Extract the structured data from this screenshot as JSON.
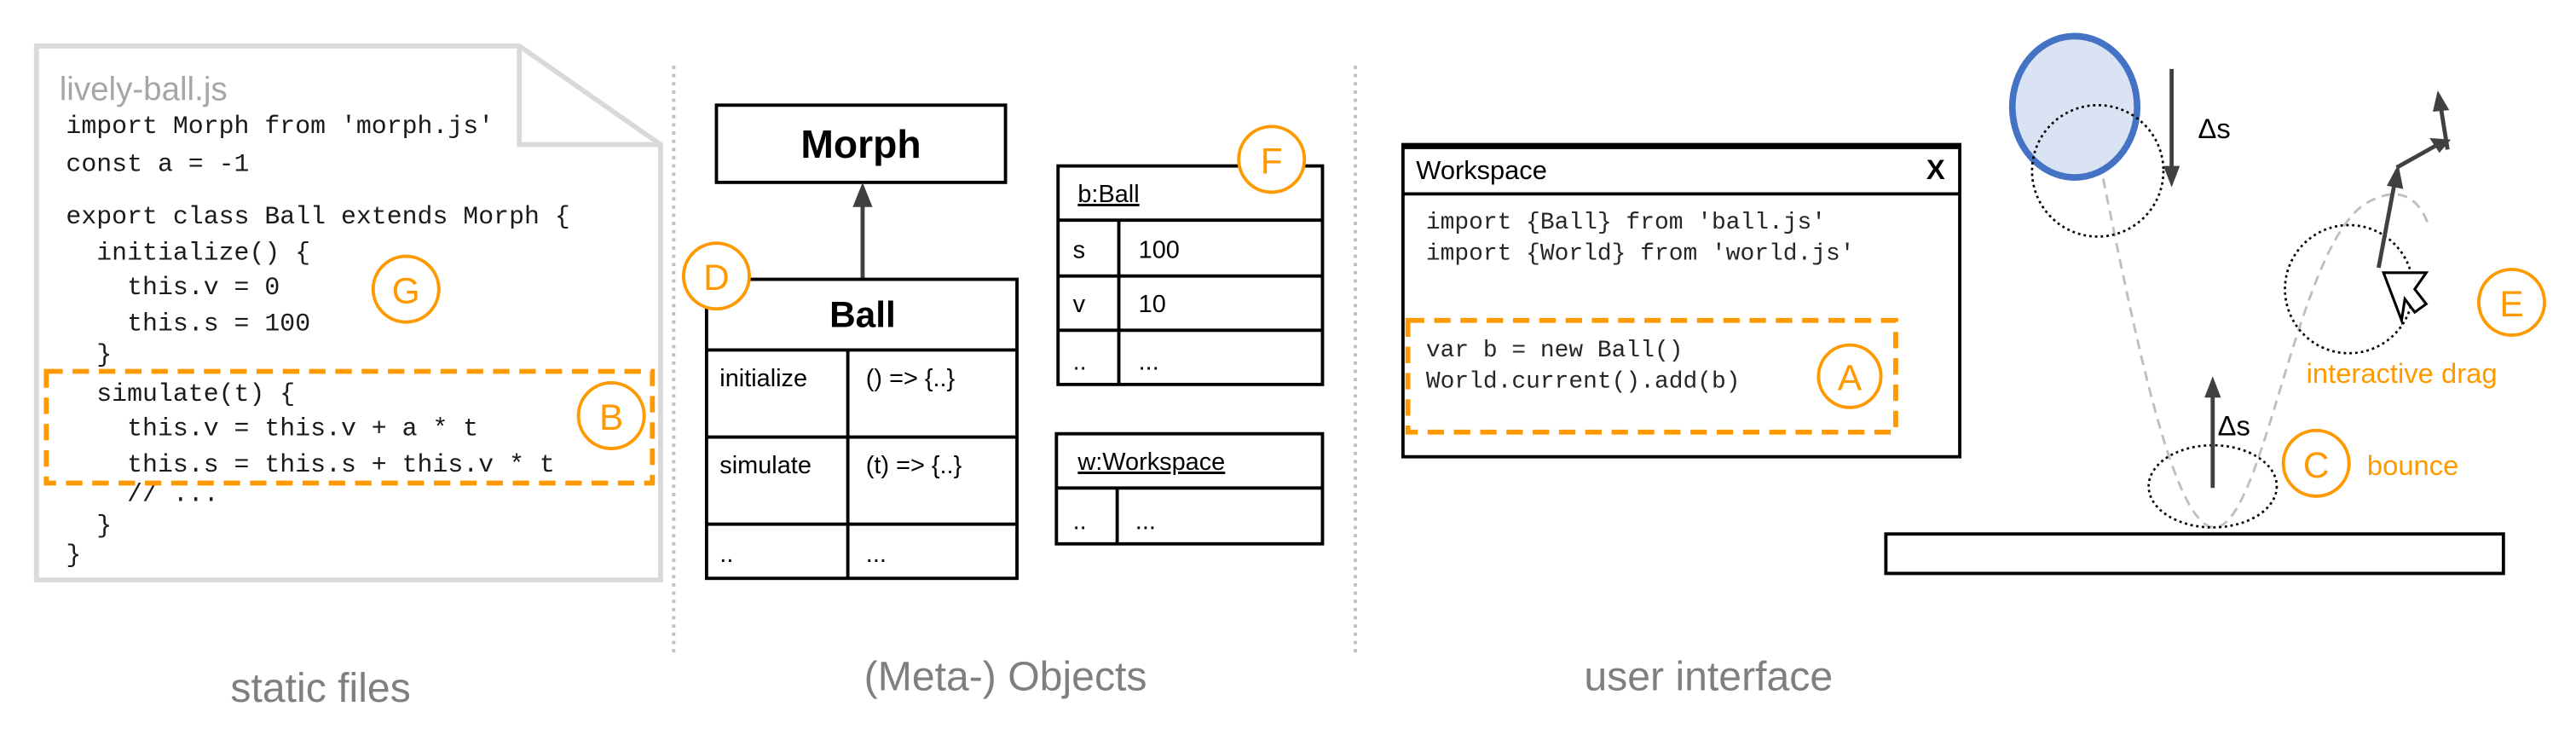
{
  "file": {
    "name": "lively-ball.js",
    "code": [
      "import Morph from 'morph.js'",
      "const a = -1",
      "",
      "export class Ball extends Morph {",
      "  initialize() {",
      "    this.v = 0",
      "    this.s = 100",
      "  }",
      "  simulate(t) {",
      "    this.v = this.v + a * t",
      "    this.s = this.s + this.v * t",
      "    // ...",
      "  }",
      "}"
    ]
  },
  "objects": {
    "morph_class": "Morph",
    "ball_class": {
      "name": "Ball",
      "rows": [
        {
          "key": "initialize",
          "value": "() => {..}"
        },
        {
          "key": "simulate",
          "value": "(t) => {..}"
        },
        {
          "key": "..",
          "value": "..."
        }
      ]
    },
    "ball_instance": {
      "name": "b:Ball",
      "rows": [
        {
          "key": "s",
          "value": "100"
        },
        {
          "key": "v",
          "value": "10"
        },
        {
          "key": "..",
          "value": "..."
        }
      ]
    },
    "workspace_instance": {
      "name": "w:Workspace",
      "rows": [
        {
          "key": "..",
          "value": "..."
        }
      ]
    }
  },
  "workspace_window": {
    "title": "Workspace",
    "close_label": "X",
    "imports": [
      "import {Ball} from 'ball.js'",
      "import {World} from 'world.js'"
    ],
    "snippet": [
      "var b = new Ball()",
      "World.current().add(b)"
    ]
  },
  "ui": {
    "delta_down": "Δs",
    "delta_up": "Δs",
    "drag_label": "interactive drag",
    "bounce_label": "bounce"
  },
  "markers": {
    "A": "A",
    "B": "B",
    "C": "C",
    "D": "D",
    "E": "E",
    "F": "F",
    "G": "G"
  },
  "captions": {
    "static": "static files",
    "objects": "(Meta-) Objects",
    "ui": "user interface"
  },
  "colors": {
    "accent": "#ff9900",
    "ball_fill": "#dae3f3",
    "ball_stroke": "#4472c4",
    "file_outline": "#d9d9d9",
    "caption": "#7f7f7f"
  }
}
